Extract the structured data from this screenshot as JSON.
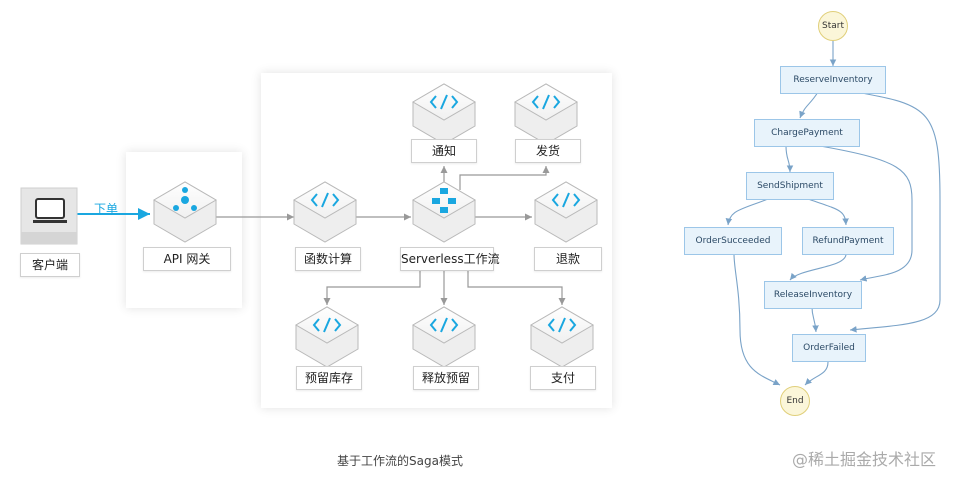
{
  "architecture": {
    "client_label": "客户端",
    "order_arrow_label": "下单",
    "gateway_label": "API 网关",
    "function_compute_label": "函数计算",
    "workflow_label": "Serverless工作流",
    "notify_label": "通知",
    "ship_label": "发货",
    "refund_label": "退款",
    "reserve_inventory_label": "预留库存",
    "release_reservation_label": "释放预留",
    "payment_label": "支付",
    "accent_color": "#1aa7e0"
  },
  "caption": "基于工作流的Saga模式",
  "watermark": "@稀土掘金技术社区",
  "state_machine": {
    "start": "Start",
    "end": "End",
    "states": [
      "ReserveInventory",
      "ChargePayment",
      "SendShipment",
      "OrderSucceeded",
      "RefundPayment",
      "ReleaseInventory",
      "OrderFailed"
    ]
  }
}
